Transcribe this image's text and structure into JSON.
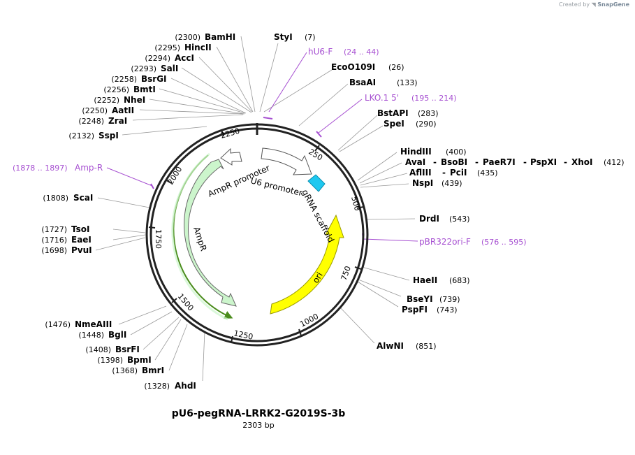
{
  "watermark": {
    "prefix": "Created by",
    "brand": "SnapGene"
  },
  "plasmid": {
    "name": "pU6-pegRNA-LRRK2-G2019S-3b",
    "size_label": "2303 bp",
    "length": 2303
  },
  "ticks": [
    "250",
    "500",
    "750",
    "1000",
    "1250",
    "1500",
    "1750",
    "2000",
    "2250"
  ],
  "enzymes": [
    {
      "name": "BamHI",
      "pos": "(2300)"
    },
    {
      "name": "HincII",
      "pos": "(2295)"
    },
    {
      "name": "AccI",
      "pos": "(2294)"
    },
    {
      "name": "SalI",
      "pos": "(2293)"
    },
    {
      "name": "BsrGI",
      "pos": "(2258)"
    },
    {
      "name": "BmtI",
      "pos": "(2256)"
    },
    {
      "name": "NheI",
      "pos": "(2252)"
    },
    {
      "name": "AatII",
      "pos": "(2250)"
    },
    {
      "name": "ZraI",
      "pos": "(2248)"
    },
    {
      "name": "SspI",
      "pos": "(2132)"
    },
    {
      "name": "ScaI",
      "pos": "(1808)"
    },
    {
      "name": "TsoI",
      "pos": "(1727)"
    },
    {
      "name": "EaeI",
      "pos": "(1716)"
    },
    {
      "name": "PvuI",
      "pos": "(1698)"
    },
    {
      "name": "NmeAIII",
      "pos": "(1476)"
    },
    {
      "name": "BglI",
      "pos": "(1448)"
    },
    {
      "name": "BsrFI",
      "pos": "(1408)"
    },
    {
      "name": "BpmI",
      "pos": "(1398)"
    },
    {
      "name": "BmrI",
      "pos": "(1368)"
    },
    {
      "name": "AhdI",
      "pos": "(1328)"
    },
    {
      "name": "StyI",
      "pos": "(7)"
    },
    {
      "name": "EcoO109I",
      "pos": "(26)"
    },
    {
      "name": "BsaAI",
      "pos": "(133)"
    },
    {
      "name": "BstAPI",
      "pos": "(283)"
    },
    {
      "name": "SpeI",
      "pos": "(290)"
    },
    {
      "name": "HindIII",
      "pos": "(400)"
    },
    {
      "name": "NspI",
      "pos": "(439)"
    },
    {
      "name": "DrdI",
      "pos": "(543)"
    },
    {
      "name": "HaeII",
      "pos": "(683)"
    },
    {
      "name": "BseYI",
      "pos": "(739)"
    },
    {
      "name": "PspFI",
      "pos": "(743)"
    },
    {
      "name": "AlwNI",
      "pos": "(851)"
    }
  ],
  "enzyme_groups": {
    "ava_row": {
      "names": [
        "AvaI",
        "BsoBI",
        "PaeR7I",
        "PspXI",
        "XhoI"
      ],
      "pos": "(412)"
    },
    "afl_row": {
      "names": [
        "AflIII",
        "PciI"
      ],
      "pos": "(435)"
    },
    "separator": "-"
  },
  "primers": [
    {
      "name": "hU6-F",
      "range": "(24 .. 44)"
    },
    {
      "name": "LKO.1 5'",
      "range": "(195 .. 214)"
    },
    {
      "name": "pBR322ori-F",
      "range": "(576 .. 595)"
    },
    {
      "name": "Amp-R",
      "range": "(1878 .. 1897)"
    }
  ],
  "features": [
    {
      "name": "U6 promoter",
      "color": "#ffffff"
    },
    {
      "name": "gRNA scaffold",
      "color": "#1ec8f0"
    },
    {
      "name": "ori",
      "color": "#ffff00"
    },
    {
      "name": "AmpR",
      "color": "#ccf5cc"
    },
    {
      "name": "AmpR promoter",
      "color": "#ffffff"
    }
  ],
  "colors": {
    "primer": "#a64fd1",
    "amp_primer_bar": "#4a8c1c",
    "backbone": "#222222"
  }
}
